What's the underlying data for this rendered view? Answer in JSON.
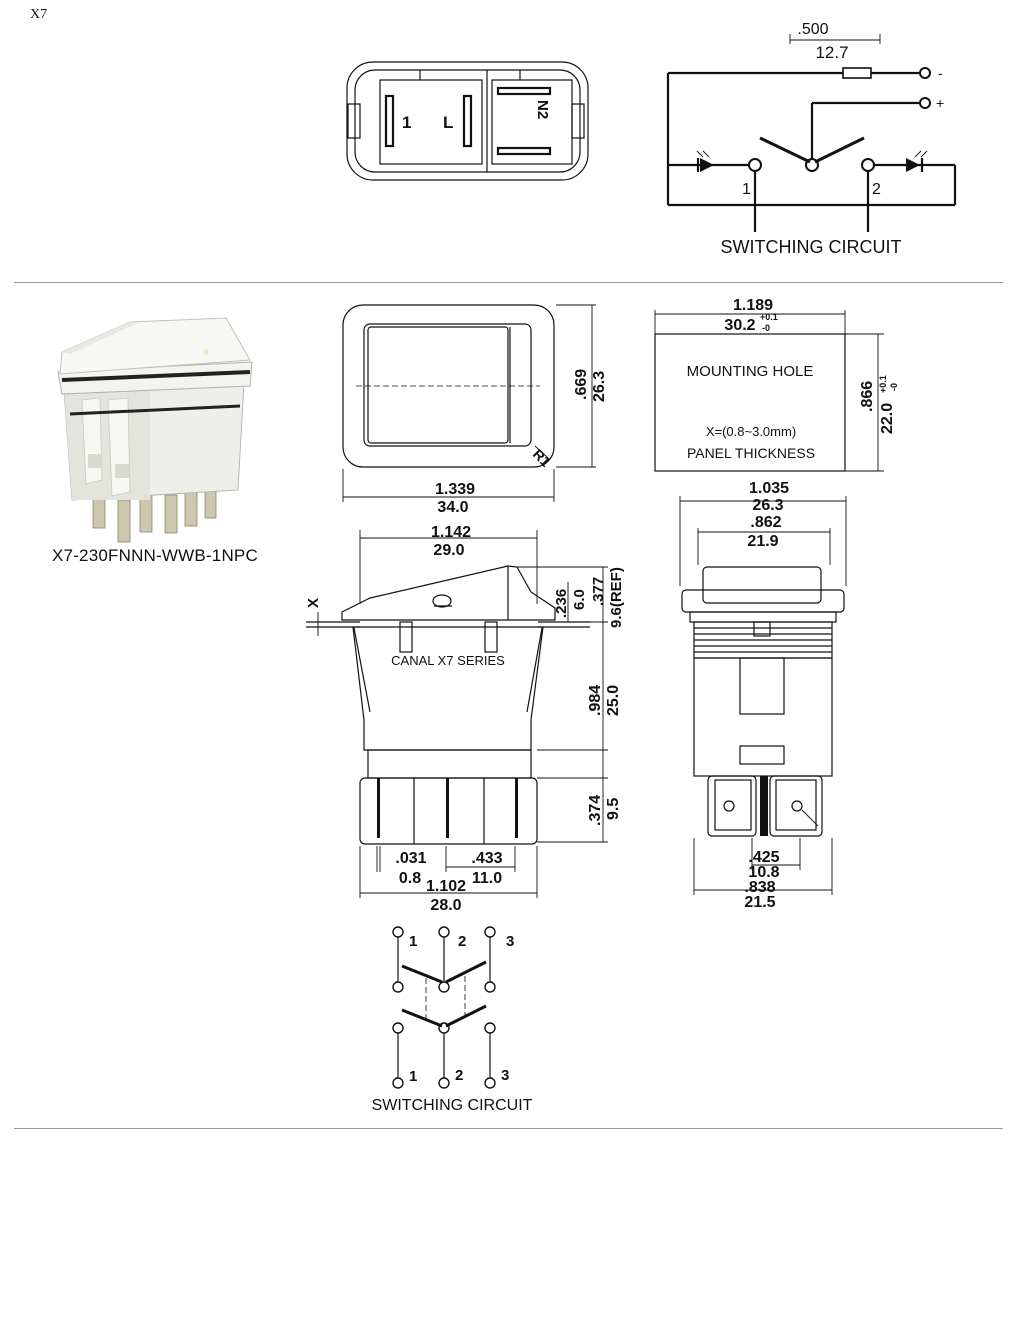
{
  "page_label": "X7",
  "photo_caption": "X7-230FNNN-WWB-1NPC",
  "top_view": {
    "terminal_1": "1",
    "terminal_L": "L",
    "terminal_N2": "N2"
  },
  "circuit_top": {
    "dim_in": ".500",
    "dim_mm": "12.7",
    "minus": "-",
    "plus": "+",
    "term_1": "1",
    "term_2": "2",
    "caption": "SWITCHING CIRCUIT"
  },
  "front_view": {
    "height_in": ".669",
    "height_mm": "26.3",
    "radius": "R1",
    "width_in": "1.339",
    "width_mm": "34.0"
  },
  "mounting_hole": {
    "width_in": "1.189",
    "width_mm": "30.2",
    "width_tol_plus": "+0.1",
    "width_tol_minus": "-0",
    "height_in": ".866",
    "height_mm": "22.0",
    "height_tol_plus": "+0.1",
    "height_tol_minus": "-0",
    "title": "MOUNTING HOLE",
    "range": "X=(0.8~3.0mm)",
    "subtitle": "PANEL THICKNESS"
  },
  "side_view": {
    "top_in": "1.142",
    "top_mm": "29.0",
    "x_label": "X",
    "d236_in": ".236",
    "d236_mm": "6.0",
    "d377_in": ".377",
    "d377_mm": "9.6(REF)",
    "series": "CANAL X7 SERIES",
    "body_in": ".984",
    "body_mm": "25.0",
    "term_in": ".374",
    "term_mm": "9.5",
    "thk_in": ".031",
    "thk_mm": "0.8",
    "pitch_in": ".433",
    "pitch_mm": "11.0",
    "base_in": "1.102",
    "base_mm": "28.0"
  },
  "end_view": {
    "outer_in": "1.035",
    "outer_mm": "26.3",
    "inner_in": ".862",
    "inner_mm": "21.9",
    "spacing_in": ".425",
    "spacing_mm": "10.8",
    "base_in": ".838",
    "base_mm": "21.5"
  },
  "circuit_bottom": {
    "t1": "1",
    "t2": "2",
    "t3": "3",
    "caption": "SWITCHING CIRCUIT"
  }
}
